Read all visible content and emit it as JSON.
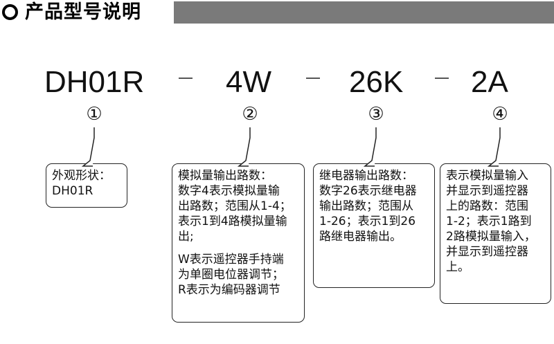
{
  "header": {
    "title": "产品型号说明"
  },
  "model": {
    "segments": [
      {
        "code": "DH01R",
        "marker": "①"
      },
      {
        "code": "4W",
        "marker": "②"
      },
      {
        "code": "26K",
        "marker": "③"
      },
      {
        "code": "2A",
        "marker": "④"
      }
    ]
  },
  "descriptions": {
    "box1": {
      "text": "外观形状：\nDH01R"
    },
    "box2": {
      "para1": "模拟量输出路数：\n数字4表示模拟量输\n出路数；范围从1-4；\n表示1到4路模拟量输\n出;",
      "para2": "W表示遥控器手持端\n为单圈电位器调节；\nR表示为编码器调节"
    },
    "box3": {
      "text": "继电器输出路数：\n数字26表示继电器\n输出路数；范围从\n1-26；表示1到26\n路继电器输出。"
    },
    "box4": {
      "text": "表示模拟量输入\n并显示到遥控器\n上的路数：范围\n1-2；表示1路到\n2路模拟量输入，\n并显示到遥控器\n上。"
    }
  }
}
